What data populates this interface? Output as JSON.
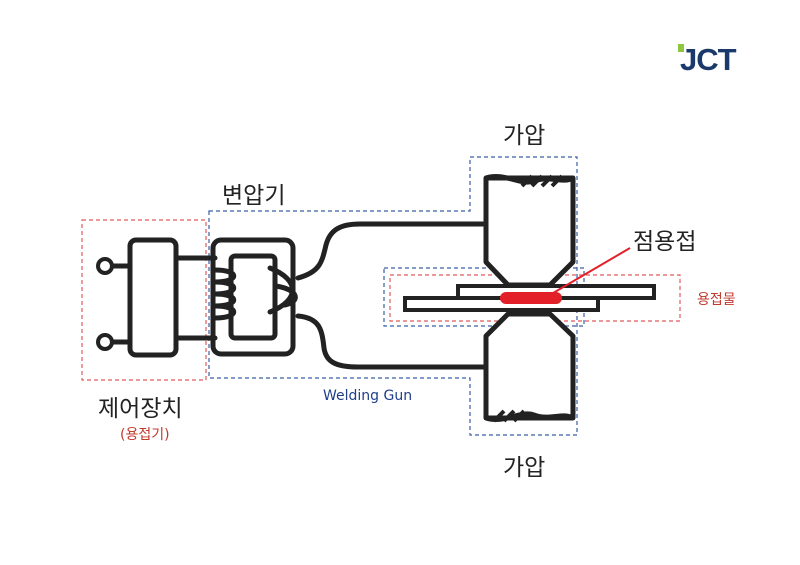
{
  "logo": {
    "text": "JCT",
    "accent_color": "#8dc63f",
    "main_color": "#1b3a6b"
  },
  "labels": {
    "pressure_top": "가압",
    "pressure_bottom": "가압",
    "transformer": "변압기",
    "spot_weld": "점용접",
    "workpiece": "용접물",
    "controller": "제어장치",
    "controller_sub": "(용접기)",
    "welding_gun": "Welding Gun"
  },
  "colors": {
    "line": "#222222",
    "red_box": "#e05a5a",
    "blue_box": "#3a5fa8",
    "weld_nugget": "#e3202a",
    "text_red": "#c0392b",
    "text_blue": "#1f3f8a"
  }
}
